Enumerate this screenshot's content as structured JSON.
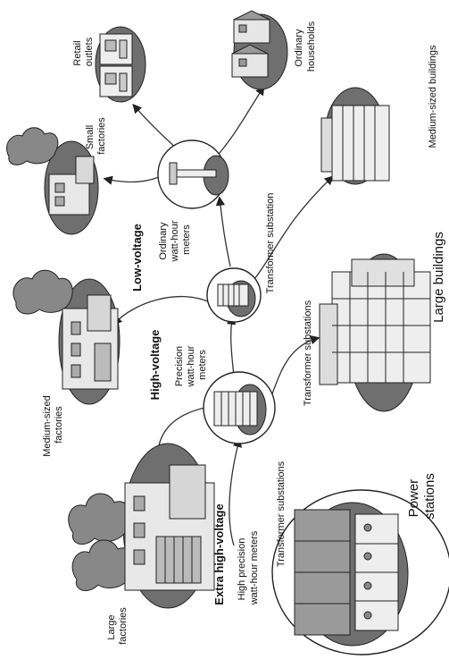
{
  "labels": {
    "retail_outlets": [
      "Retail",
      "outlets"
    ],
    "ordinary_households": [
      "Ordinary",
      "households"
    ],
    "medium_sized_buildings": "Medium-sized buildings",
    "small_factories": [
      "Small",
      "factories"
    ],
    "low_voltage": "Low-voltage",
    "ordinary_meters": [
      "Ordinary",
      "watt-hour",
      "meters"
    ],
    "transformer_substation": "Transformer substation",
    "large_buildings": "Large buildings",
    "high_voltage": "High-voltage",
    "precision_meters": [
      "Precision",
      "watt-hour",
      "meters"
    ],
    "medium_sized_factories": [
      "Medium-sized",
      "factories"
    ],
    "transformer_substations_right": "Transformer substations",
    "transformer_substations_lower": "Transformer substations",
    "extra_high_voltage": "Extra high-voltage",
    "high_precision_meters": [
      "High precision",
      "watt-hour meters"
    ],
    "large_factories": [
      "Large",
      "factories"
    ],
    "power_stations": [
      "Power",
      "stations"
    ]
  }
}
